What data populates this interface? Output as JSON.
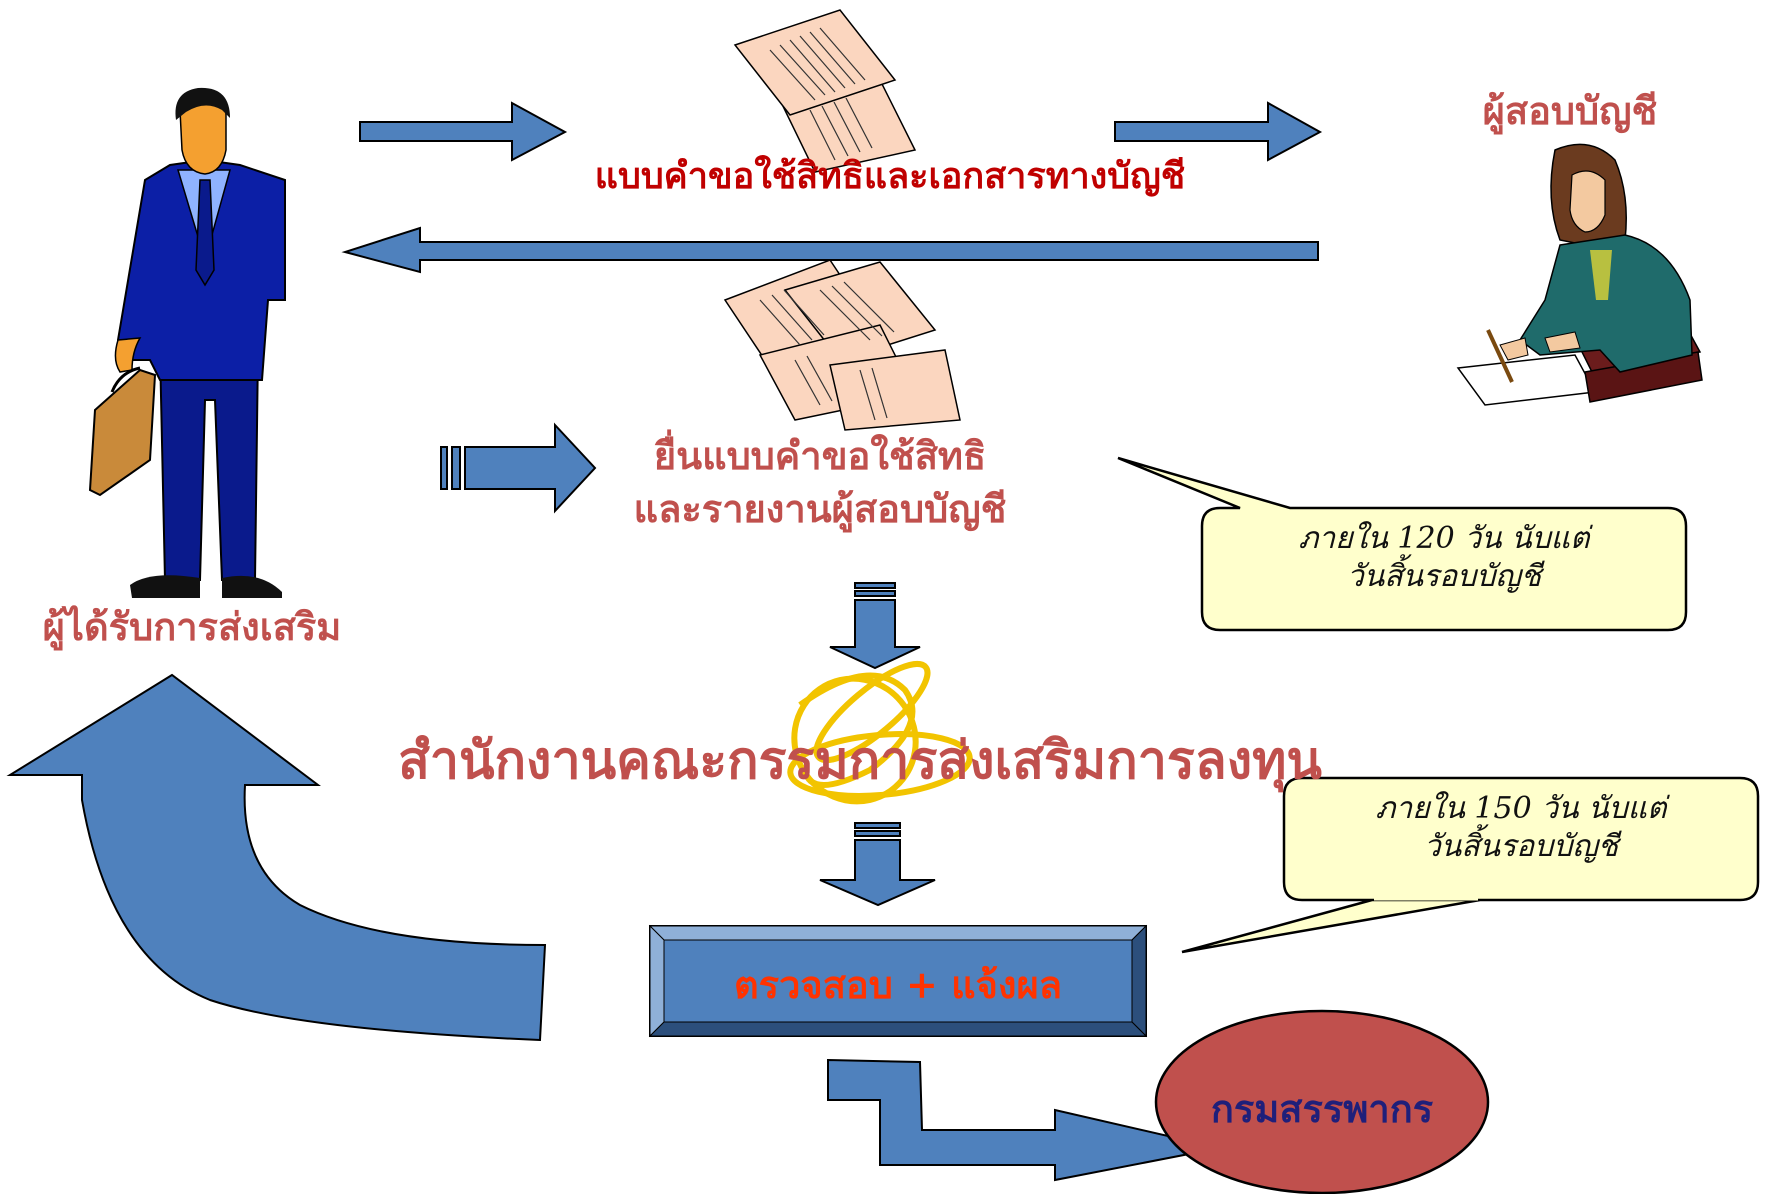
{
  "labels": {
    "promoted_person": "ผู้ได้รับการส่งเสริม",
    "auditor": "ผู้สอบบัญชี",
    "request_docs": "แบบคำขอใช้สิทธิและเอกสารทางบัญชี",
    "submit_line1": "ยื่นแบบคำขอใช้สิทธิ",
    "submit_line2": "และรายงานผู้สอบบัญชี",
    "boi_office": "สำนักงานคณะกรรมการส่งเสริมการลงทุน",
    "check_notify": "ตรวจสอบ + แจ้งผล",
    "revenue_dept": "กรมสรรพากร"
  },
  "callouts": {
    "deadline_120": {
      "line1": "ภายใน 120 วัน นับแต่",
      "line2": "วันสิ้นรอบบัญชี"
    },
    "deadline_150": {
      "line1": "ภายใน 150 วัน นับแต่",
      "line2": "วันสิ้นรอบบัญชี"
    }
  },
  "colors": {
    "arrow_blue": "#4f81bd",
    "label_red": "#c0504d",
    "callout_fill": "#ffffcc",
    "revenue_fill": "#c0504d",
    "logo_yellow": "#f2c400"
  }
}
